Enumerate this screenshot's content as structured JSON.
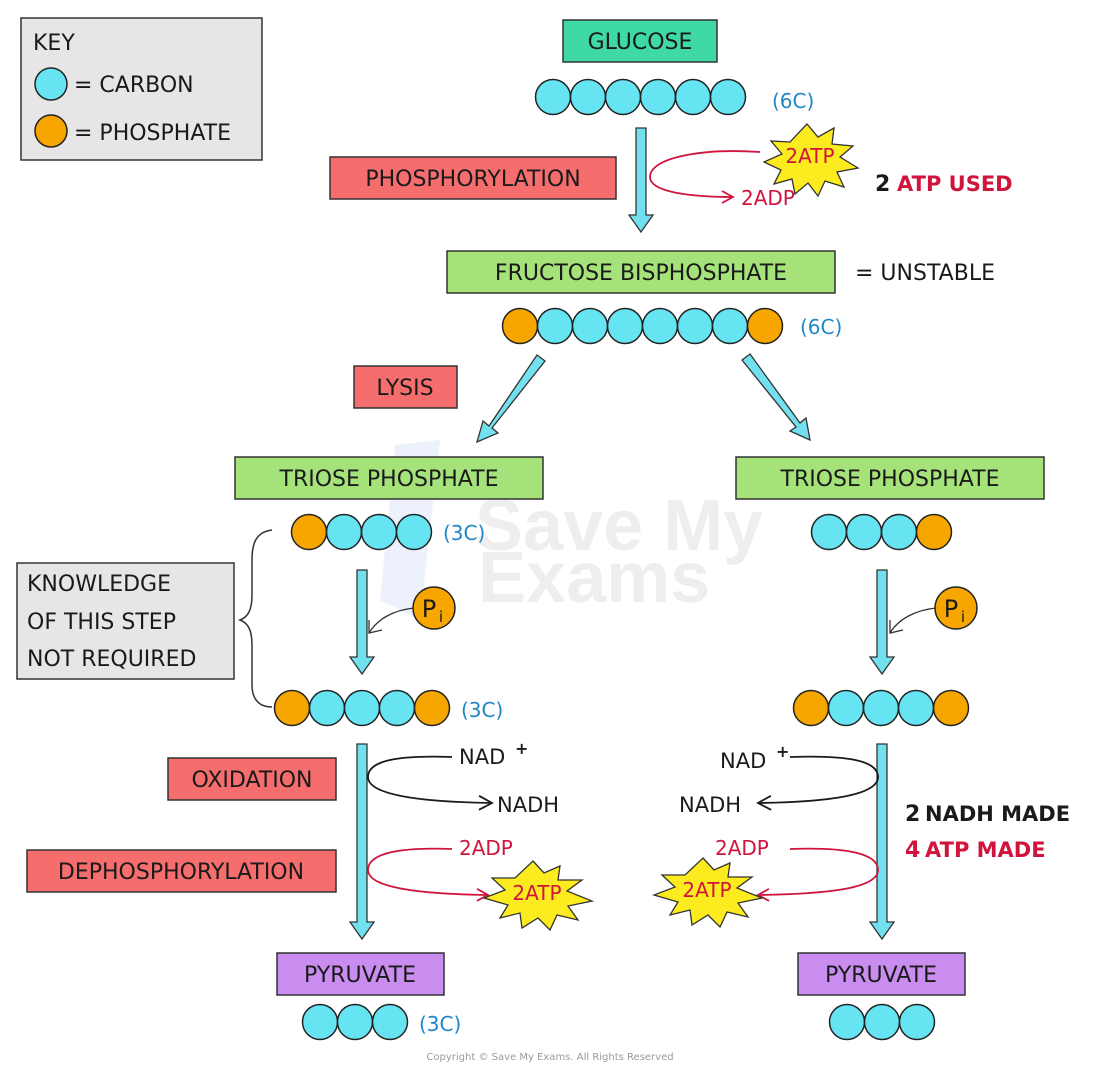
{
  "key": {
    "title": "KEY",
    "carbon_label": "= CARBON",
    "phosphate_label": "= PHOSPHATE"
  },
  "labels": {
    "glucose": "GLUCOSE",
    "glucose_carbons": "(6C)",
    "phosphorylation": "PHOSPHORYLATION",
    "atp_in": "2ATP",
    "adp_out": "2ADP",
    "atp_used_num": "2",
    "atp_used_text": "ATP  USED",
    "fructose_bisphosphate": "FRUCTOSE  BISPHOSPHATE",
    "unstable": "= UNSTABLE",
    "fructose_carbons": "(6C)",
    "lysis": "LYSIS",
    "triose_phosphate_left": "TRIOSE  PHOSPHATE",
    "triose_phosphate_right": "TRIOSE  PHOSPHATE",
    "triose_carbons": "(3C)",
    "knowledge_line1": "KNOWLEDGE",
    "knowledge_line2": "OF  THIS  STEP",
    "knowledge_line3": "NOT  REQUIRED",
    "pi_main": "P",
    "pi_sub": "i",
    "bisphosphate_carbons": "(3C)",
    "oxidation": "OXIDATION",
    "dephosphorylation": "DEPHOSPHORYLATION",
    "nad": "NAD",
    "nad_plus": "+",
    "nadh": "NADH",
    "adp": "2ADP",
    "atp_out": "2ATP",
    "nadh_made_num": "2",
    "nadh_made_text": "NADH  MADE",
    "atp_made_num": "4",
    "atp_made_text": "ATP  MADE",
    "pyruvate_left": "PYRUVATE",
    "pyruvate_right": "PYRUVATE",
    "pyruvate_carbons": "(3C)"
  },
  "watermark": {
    "line1": "Save My",
    "line2": "Exams"
  },
  "copyright": "Copyright © Save My Exams. All Rights Reserved",
  "colors": {
    "carbon": "#66e4f2",
    "phosphate": "#f7a600",
    "glucose_box": "#3fd9a4",
    "green_box": "#a6e27a",
    "red_box": "#f56d6d",
    "purple_box": "#c98df0",
    "key_box": "#e6e6e6",
    "arrow_fill": "#72e0ef",
    "atp_star": "#fcec1f",
    "text_blue": "#1f86c8",
    "text_red": "#d0143c"
  }
}
